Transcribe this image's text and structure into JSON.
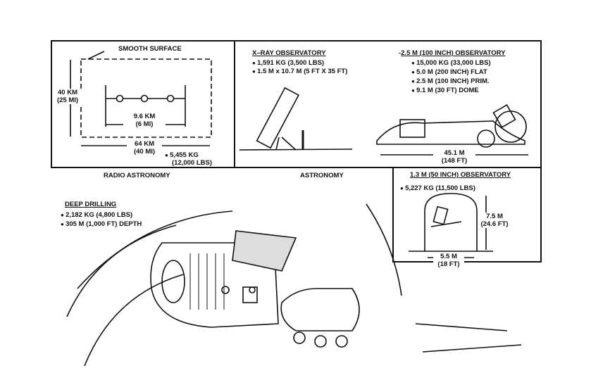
{
  "radio": {
    "smooth_surface": "SMOOTH SURFACE",
    "height_km": "40 KM",
    "height_mi": "(25 MI)",
    "inner_km": "9.6 KM",
    "inner_mi": "(6 MI)",
    "width_km": "64 KM",
    "width_mi": "(40 MI)",
    "mass_kg": "5,455 KG",
    "mass_lbs": "(12,000 LBS)",
    "caption": "RADIO ASTRONOMY"
  },
  "xray": {
    "title": "X–RAY OBSERVATORY",
    "bullets": [
      "1,591 KG   (3,500 LBS)",
      "1.5 M x 10.7 M  (5 FT X 35 FT)"
    ]
  },
  "obs_100": {
    "title": "2.5 M  (100 INCH) OBSERVATORY",
    "bullets": [
      "15,000 KG (33,000 LBS)",
      "5.0 M  (200 INCH) FLAT",
      "2.5 M (100 INCH) PRIM.",
      "9.1 M (30 FT) DOME"
    ],
    "length_m": "45.1 M",
    "length_ft": "(148 FT)"
  },
  "astronomy_caption": "ASTRONOMY",
  "obs_50": {
    "title": "1.3 M  (50 INCH) OBSERVATORY",
    "bullets": [
      "5,227 KG (11,500 LBS)"
    ],
    "height_m": "7.5 M",
    "height_ft": "(24.6 FT)",
    "width_m": "5.5 M",
    "width_ft": "(18 FT)"
  },
  "drilling": {
    "title": "DEEP DRILLING",
    "bullets": [
      "2,182 KG  (4,800 LBS)",
      "305 M  (1,000 FT) DEPTH"
    ]
  }
}
